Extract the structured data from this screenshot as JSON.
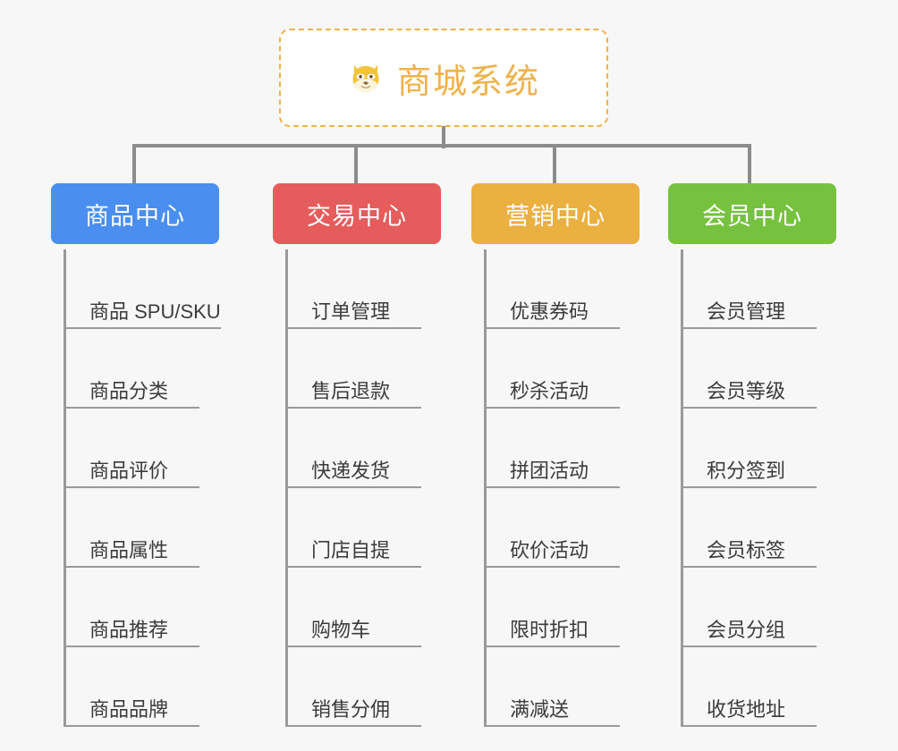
{
  "root": {
    "icon": "dog-face-icon",
    "title": "商城系统",
    "accent_color": "#efb24a",
    "background": "#ffffff",
    "border_style": "dashed"
  },
  "page": {
    "background_color": "#f7f7f7",
    "connector_color": "#8c8c8c",
    "leaf_line_color": "#9a9a9a",
    "leaf_text_color": "#3b3b3b"
  },
  "columns": [
    {
      "title": "商品中心",
      "color": "#4a8ef0",
      "items": [
        "商品 SPU/SKU",
        "商品分类",
        "商品评价",
        "商品属性",
        "商品推荐",
        "商品品牌"
      ]
    },
    {
      "title": "交易中心",
      "color": "#e65c5c",
      "items": [
        "订单管理",
        "售后退款",
        "快递发货",
        "门店自提",
        "购物车",
        "销售分佣"
      ]
    },
    {
      "title": "营销中心",
      "color": "#eab040",
      "items": [
        "优惠券码",
        "秒杀活动",
        "拼团活动",
        "砍价活动",
        "限时折扣",
        "满减送"
      ]
    },
    {
      "title": "会员中心",
      "color": "#76c23e",
      "items": [
        "会员管理",
        "会员等级",
        "积分签到",
        "会员标签",
        "会员分组",
        "收货地址"
      ]
    }
  ]
}
